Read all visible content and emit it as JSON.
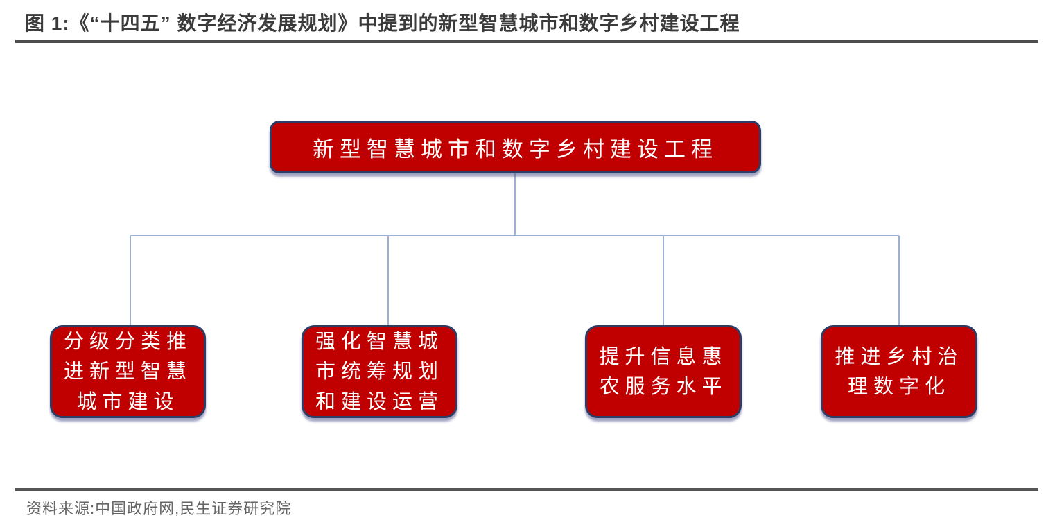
{
  "figure": {
    "title": "图 1:《“十四五” 数字经济发展规划》中提到的新型智慧城市和数字乡村建设工程",
    "source": "资料来源:中国政府网,民生证券研究院"
  },
  "diagram": {
    "root": {
      "label": "新型智慧城市和数字乡村建设工程"
    },
    "children": [
      {
        "label": "分级分类推进新型智慧城市建设"
      },
      {
        "label": "强化智慧城市统筹规划和建设运营"
      },
      {
        "label": "提升信息惠农服务水平"
      },
      {
        "label": "推进乡村治理数字化"
      }
    ],
    "colors": {
      "box_fill": "#C00000",
      "box_border": "#2E3D66",
      "box_text": "#FFFFFF",
      "connector": "#9AAFD3",
      "title_text": "#3B3B3B",
      "rule": "#4D4D4D",
      "source_text": "#666666"
    }
  }
}
